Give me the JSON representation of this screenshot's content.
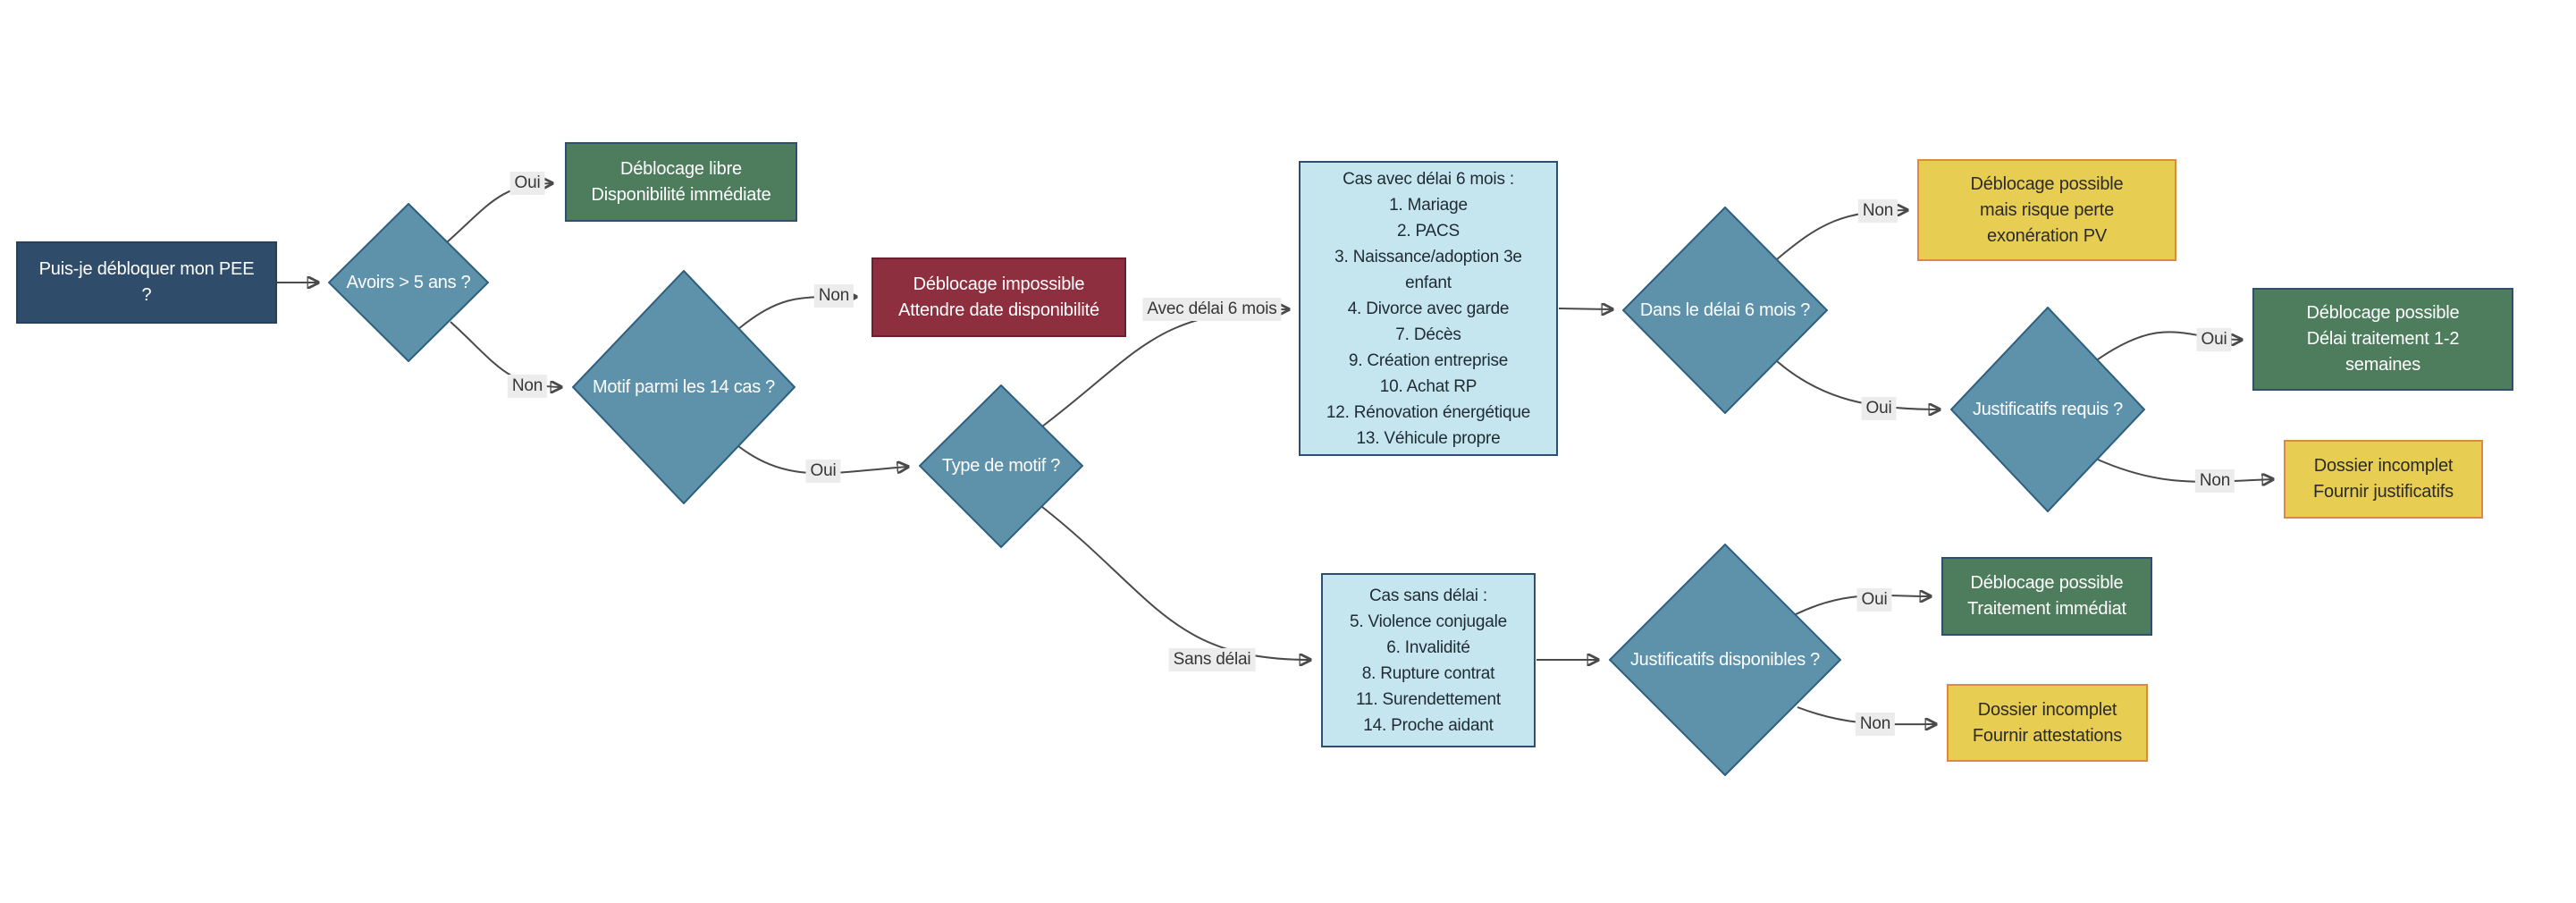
{
  "diagram": {
    "nodes": {
      "start": {
        "lines": [
          "Puis-je débloquer mon PEE",
          "?"
        ]
      },
      "avoirs": {
        "label": "Avoirs > 5 ans ?"
      },
      "deblocage_libre": {
        "lines": [
          "Déblocage libre",
          "Disponibilité immédiate"
        ]
      },
      "motif": {
        "label": "Motif parmi les 14 cas ?"
      },
      "deblocage_impossible": {
        "lines": [
          "Déblocage impossible",
          "Attendre date disponibilité"
        ]
      },
      "type_motif": {
        "label": "Type de motif ?"
      },
      "cas_avec_delai": {
        "lines": [
          "Cas avec délai 6 mois :",
          "1. Mariage",
          "2. PACS",
          "3. Naissance/adoption 3e enfant",
          "4. Divorce avec garde",
          "7. Décès",
          "9. Création entreprise",
          "10. Achat RP",
          "12. Rénovation énergétique",
          "13. Véhicule propre"
        ]
      },
      "dans_delai": {
        "label": "Dans le délai 6 mois ?"
      },
      "risque_perte": {
        "lines": [
          "Déblocage possible",
          "mais risque perte",
          "exonération PV"
        ]
      },
      "justificatifs_requis": {
        "label": "Justificatifs requis ?"
      },
      "deblocage_1_2_semaines": {
        "lines": [
          "Déblocage possible",
          "Délai traitement 1-2",
          "semaines"
        ]
      },
      "dossier_justificatifs": {
        "lines": [
          "Dossier incomplet",
          "Fournir justificatifs"
        ]
      },
      "cas_sans_delai": {
        "lines": [
          "Cas sans délai :",
          "5. Violence conjugale",
          "6. Invalidité",
          "8. Rupture contrat",
          "11. Surendettement",
          "14. Proche aidant"
        ]
      },
      "justificatifs_disponibles": {
        "label": "Justificatifs disponibles ?"
      },
      "traitement_immediat": {
        "lines": [
          "Déblocage possible",
          "Traitement immédiat"
        ]
      },
      "dossier_attestations": {
        "lines": [
          "Dossier incomplet",
          "Fournir attestations"
        ]
      }
    },
    "edge_labels": {
      "oui": "Oui",
      "non": "Non",
      "avec_delai": "Avec délai 6 mois",
      "sans_delai": "Sans délai"
    },
    "colors": {
      "start_fill": "#2f4d6b",
      "decision_fill": "#5e92ab",
      "decision_stroke": "#2e5f7e",
      "success_fill": "#4e7d5e",
      "error_fill": "#8e2f3f",
      "warning_fill": "#e7cd52",
      "warning_stroke": "#dd8a40",
      "info_fill": "#c6e6ef",
      "node_stroke": "#2f4f6e",
      "edge_stroke": "#4a4a4a",
      "edge_label_bg": "#ececec"
    }
  }
}
